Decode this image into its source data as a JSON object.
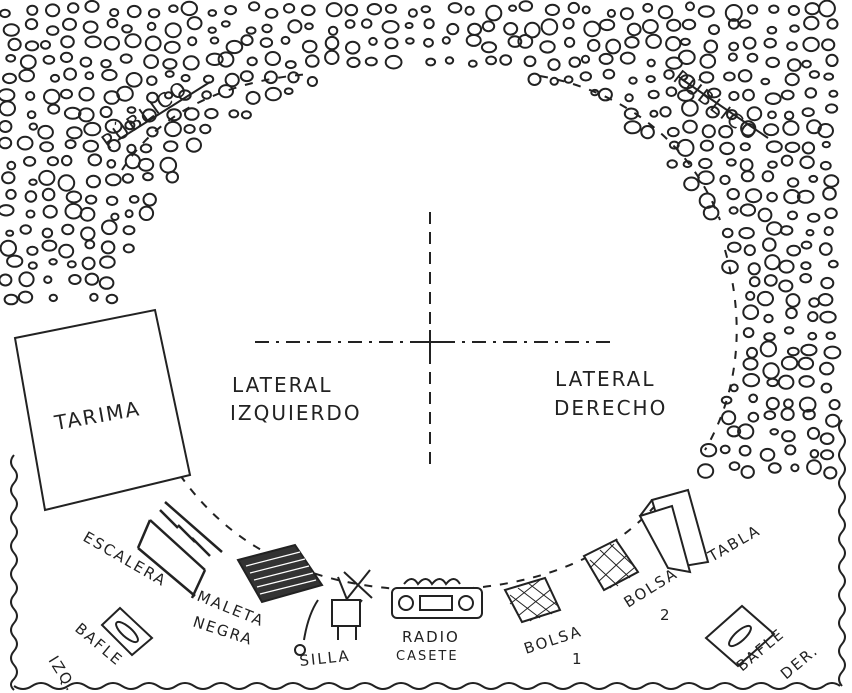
{
  "zones": {
    "public_left": "PÚBLICO",
    "public_right": "PÚBLICO",
    "lateral_left_line1": "LATERAL",
    "lateral_left_line2": "IZQUIERDO",
    "lateral_right_line1": "LATERAL",
    "lateral_right_line2": "DERECHO"
  },
  "props": {
    "tarima": "TARIMA",
    "escalera": "ESCALERA",
    "maleta_line1": "MALETA",
    "maleta_line2": "NEGRA",
    "silla": "SILLA",
    "radio_line1": "RADIO",
    "radio_line2": "CASETE",
    "bolsa1_line1": "BOLSA",
    "bolsa1_line2": "1",
    "bolsa2_line1": "BOLSA",
    "bolsa2_line2": "2",
    "tabla": "TABLA",
    "bafle_izq_line1": "BAFLE",
    "bafle_izq_line2": "IZQ.",
    "bafle_der_line1": "BAFLE",
    "bafle_der_line2": "DER."
  },
  "colors": {
    "ink": "#222222",
    "paper": "#ffffff"
  }
}
